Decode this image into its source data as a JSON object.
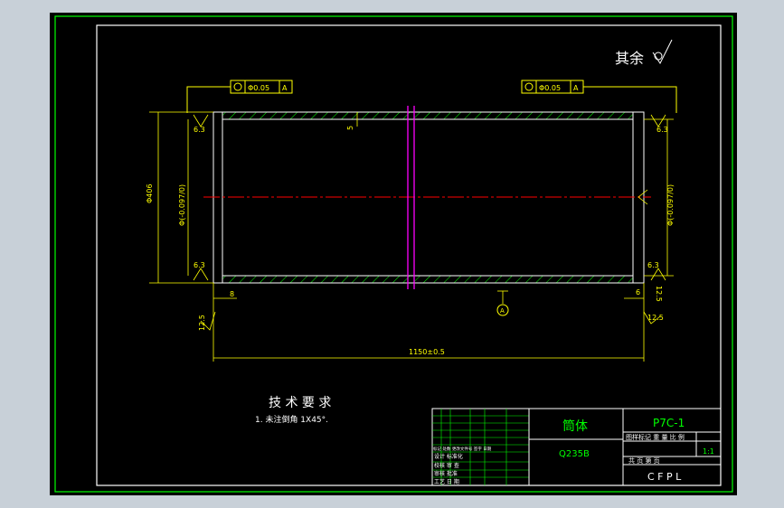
{
  "surface_note": "其余",
  "gdt": [
    {
      "value": "Φ0.05",
      "datum": "A"
    },
    {
      "value": "Φ0.05",
      "datum": "A"
    }
  ],
  "roughness": {
    "inner_left_top": "6.3",
    "inner_left_bottom": "6.3",
    "inner_right_top": "6.3",
    "inner_right_bottom": "6.3",
    "right_mid": "12.5",
    "end_left": "12.5",
    "end_right": "12.5"
  },
  "dims": {
    "outer_dia": "Φ406",
    "inner_dia_left": "Φ(-0.097/0)",
    "inner_dia_right": "Φ(-0.097/0)",
    "wall": "5",
    "end_left": "8",
    "end_right": "6",
    "length": "1150±0.5"
  },
  "section_marker": "A",
  "tech_req": {
    "title": "技 术 要 求",
    "item1": "1. 未注倒角 1X45°."
  },
  "title_block": {
    "part_name": "筒体",
    "material": "Q235B",
    "drawing_no": "P7C-1",
    "company": "C F P L",
    "scale_header": "图样标记 重 量 比 例",
    "scale": "1:1",
    "sheet": "共  页  第  页",
    "rows": [
      "标记 处数 更改文件号 签字 日期",
      "设计    标准化",
      "校核    审 查",
      "审核    批准",
      "工艺    日 期"
    ]
  },
  "colors": {
    "bg": "#000000",
    "frame": "#ffffff",
    "outer": "#00ff00",
    "part": "#ffffff",
    "dim": "#ffff00",
    "hatch": "#00ff00",
    "center": "#ff0000",
    "cut": "#ff00ff",
    "title": "#00ff00",
    "drawing_no": "#00ff00"
  }
}
